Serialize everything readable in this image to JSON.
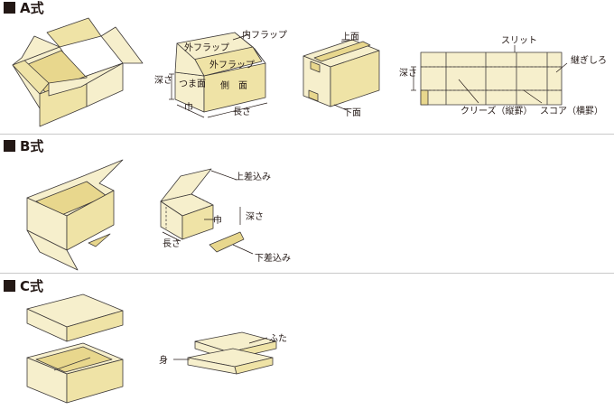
{
  "sections": [
    {
      "id": "a",
      "title": "A式",
      "labels": {
        "outer_flap_1": "外フラップ",
        "outer_flap_2": "外フラップ",
        "inner_flap": "内フラップ",
        "depth": "深さ",
        "end_face": "つま面",
        "side_face": "側　面",
        "width": "巾",
        "length": "長さ",
        "top_face": "上面",
        "bottom_face": "下面",
        "slit": "スリット",
        "depth_2": "深さ",
        "seam": "継ぎしろ",
        "crease": "クリーズ（縦罫）",
        "score": "スコア（横罫）"
      }
    },
    {
      "id": "b",
      "title": "B式",
      "labels": {
        "top_tuck": "上差込み",
        "width": "巾",
        "depth": "深さ",
        "length": "長さ",
        "bottom_tuck": "下差込み"
      }
    },
    {
      "id": "c",
      "title": "C式",
      "labels": {
        "lid": "ふた",
        "body": "身"
      }
    }
  ]
}
